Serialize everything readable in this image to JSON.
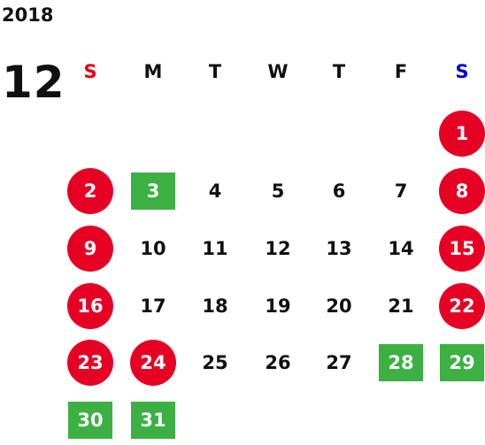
{
  "calendar": {
    "year": "2018",
    "month": "12",
    "weekdays": [
      {
        "label": "S",
        "kind": "sun"
      },
      {
        "label": "M",
        "kind": "weekday"
      },
      {
        "label": "T",
        "kind": "weekday"
      },
      {
        "label": "W",
        "kind": "weekday"
      },
      {
        "label": "T",
        "kind": "weekday"
      },
      {
        "label": "F",
        "kind": "weekday"
      },
      {
        "label": "S",
        "kind": "sat"
      }
    ],
    "days": [
      {
        "d": "1",
        "type": "holiday"
      },
      {
        "d": "2",
        "type": "holiday"
      },
      {
        "d": "3",
        "type": "closed"
      },
      {
        "d": "4",
        "type": "normal"
      },
      {
        "d": "5",
        "type": "normal"
      },
      {
        "d": "6",
        "type": "normal"
      },
      {
        "d": "7",
        "type": "normal"
      },
      {
        "d": "8",
        "type": "holiday"
      },
      {
        "d": "9",
        "type": "holiday"
      },
      {
        "d": "10",
        "type": "normal"
      },
      {
        "d": "11",
        "type": "normal"
      },
      {
        "d": "12",
        "type": "normal"
      },
      {
        "d": "13",
        "type": "normal"
      },
      {
        "d": "14",
        "type": "normal"
      },
      {
        "d": "15",
        "type": "holiday"
      },
      {
        "d": "16",
        "type": "holiday"
      },
      {
        "d": "17",
        "type": "normal"
      },
      {
        "d": "18",
        "type": "normal"
      },
      {
        "d": "19",
        "type": "normal"
      },
      {
        "d": "20",
        "type": "normal"
      },
      {
        "d": "21",
        "type": "normal"
      },
      {
        "d": "22",
        "type": "holiday"
      },
      {
        "d": "23",
        "type": "holiday"
      },
      {
        "d": "24",
        "type": "holiday"
      },
      {
        "d": "25",
        "type": "normal"
      },
      {
        "d": "26",
        "type": "normal"
      },
      {
        "d": "27",
        "type": "normal"
      },
      {
        "d": "28",
        "type": "closed"
      },
      {
        "d": "29",
        "type": "closed"
      },
      {
        "d": "30",
        "type": "closed"
      },
      {
        "d": "31",
        "type": "closed"
      }
    ],
    "colors": {
      "holiday": "#e60023",
      "closed": "#3cb043",
      "sunday_header": "#e60012",
      "saturday_header": "#0000dd"
    }
  }
}
